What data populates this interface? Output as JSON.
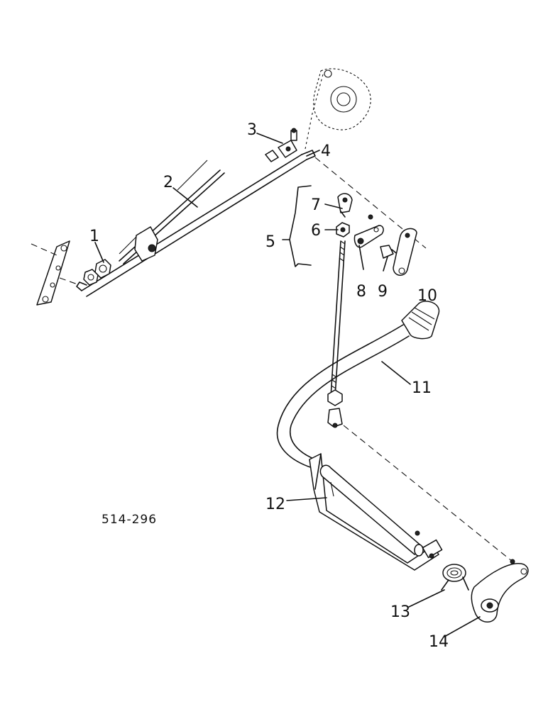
{
  "drawing_ref": "514-296",
  "callouts": [
    "1",
    "2",
    "3",
    "4",
    "5",
    "6",
    "7",
    "8",
    "9",
    "10",
    "11",
    "12",
    "13",
    "14"
  ]
}
